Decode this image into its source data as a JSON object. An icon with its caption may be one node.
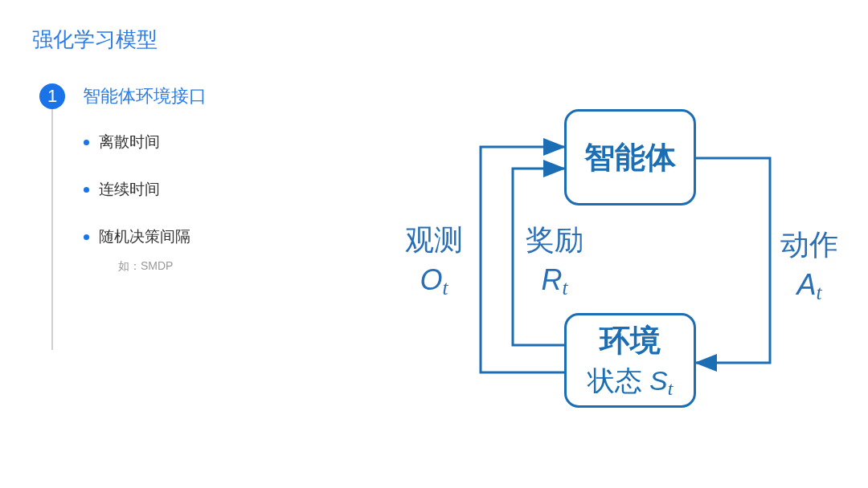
{
  "diagram": {
    "title": "强化学习模型",
    "nodes": [
      {
        "text": [
          "1"
        ],
        "beside": [
          "智能体环境接口"
        ]
      },
      {
        "text": [
          "智能体"
        ]
      },
      {
        "text": [
          "环境",
          "状态 *S*$_{t}$"
        ]
      }
    ],
    "edges": [
      {
        "from": 2,
        "to": 1,
        "arrow": "to",
        "label": "观测 *O*$_{t}$"
      },
      {
        "from": 2,
        "to": 1,
        "arrow": "to",
        "label": "奖励 *R*$_{t}$"
      },
      {
        "from": 1,
        "to": 2,
        "arrow": "to",
        "label": "动作 *A*$_{t}$"
      }
    ],
    "labels": [
      "离散时间",
      "连续时间",
      "随机决策间隔",
      "如：SMDP"
    ]
  }
}
